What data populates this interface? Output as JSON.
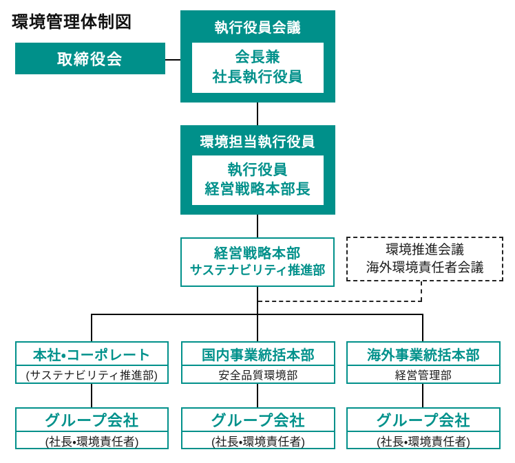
{
  "diagram_title": "環境管理体制図",
  "colors": {
    "accent_teal": "#00908a",
    "line_black": "#000000",
    "dashed_line": "#222222",
    "text_dark": "#1a1a1a",
    "background": "#ffffff"
  },
  "nodes": {
    "board": {
      "label": "取締役会"
    },
    "exec_council": {
      "header": "執行役員会議",
      "inner_line1": "会長兼",
      "inner_line2": "社長執行役員"
    },
    "env_officer": {
      "header": "環境担当執行役員",
      "inner_line1": "執行役員",
      "inner_line2": "経営戦略本部長"
    },
    "strategy_dept": {
      "line1": "経営戦略本部",
      "line2": "サステナビリティ推進部"
    },
    "councils": {
      "line1": "環境推進会議",
      "line2": "海外環境責任者会議"
    },
    "columns": [
      {
        "title": "本社・コーポレート",
        "subtitle": "(サステナビリティ推進部)",
        "group_title": "グループ会社",
        "group_subtitle": "(社長・環境責任者)"
      },
      {
        "title": "国内事業統括本部",
        "subtitle": "安全品質環境部",
        "group_title": "グループ会社",
        "group_subtitle": "(社長・環境責任者)"
      },
      {
        "title": "海外事業統括本部",
        "subtitle": "経営管理部",
        "group_title": "グループ会社",
        "group_subtitle": "(社長・環境責任者)"
      }
    ]
  }
}
